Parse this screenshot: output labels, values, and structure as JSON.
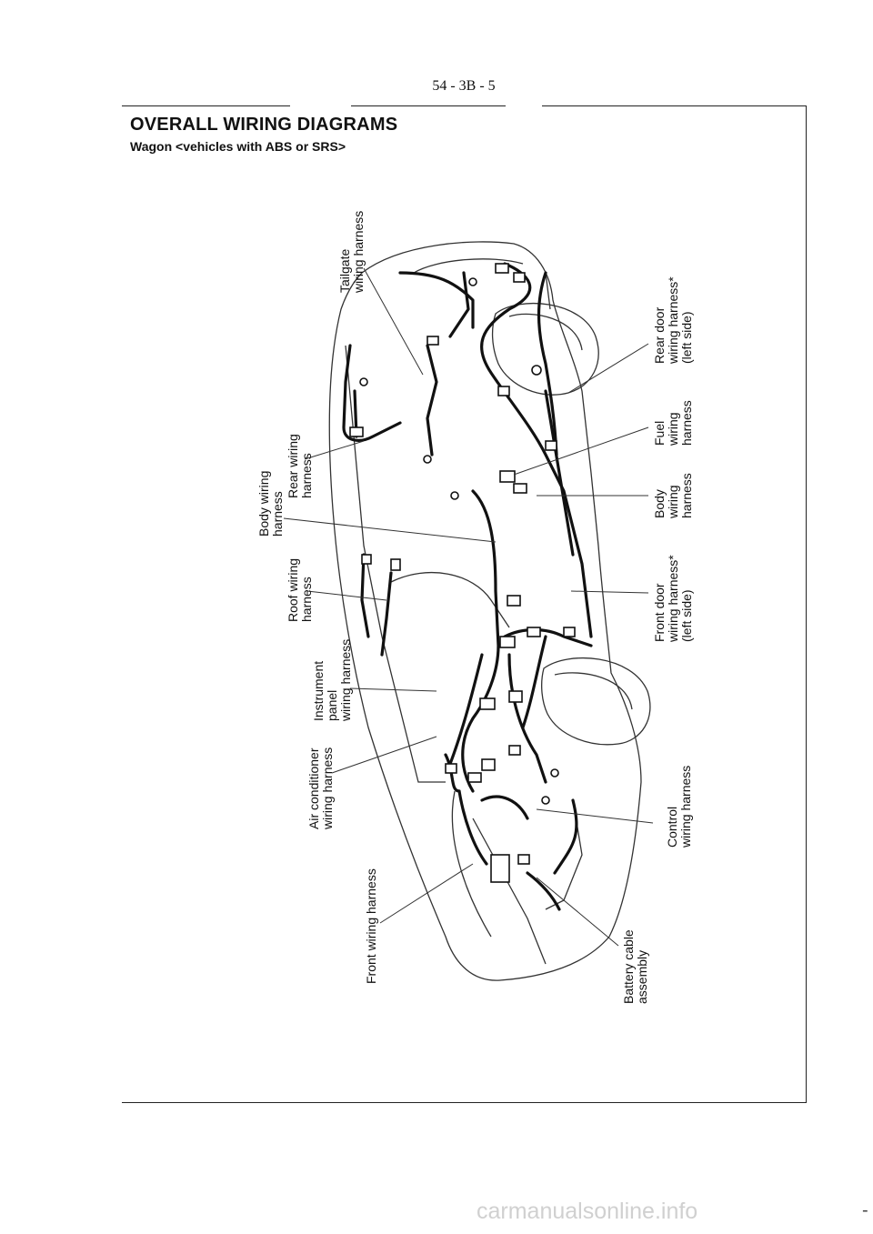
{
  "header": {
    "page_number": "54 - 3B - 5"
  },
  "heading": {
    "title": "OVERALL WIRING DIAGRAMS",
    "subtitle": "Wagon <vehicles with ABS or SRS>"
  },
  "callouts": {
    "tailgate": [
      "Tailgate",
      "wiring harness"
    ],
    "rear_door": [
      "Rear door",
      "wiring harness*",
      "(left side)"
    ],
    "fuel": [
      "Fuel",
      "wiring",
      "harness"
    ],
    "body_right": [
      "Body",
      "wiring",
      "harness"
    ],
    "front_door": [
      "Front door",
      "wiring harness*",
      "(left side)"
    ],
    "control": [
      "Control",
      "wiring harness"
    ],
    "battery": [
      "Battery cable",
      "assembly"
    ],
    "rear_wiring": [
      "Rear wiring",
      "harness"
    ],
    "body_left": [
      "Body wiring",
      "harness"
    ],
    "roof": [
      "Roof wiring",
      "harness"
    ],
    "instrument": [
      "Instrument",
      "panel",
      "wiring harness"
    ],
    "air_conditioner": [
      "Air conditioner",
      "wiring harness"
    ],
    "front": [
      "Front wiring harness"
    ]
  },
  "watermark": {
    "text": "carmanualsonline.info",
    "dash": "-"
  }
}
